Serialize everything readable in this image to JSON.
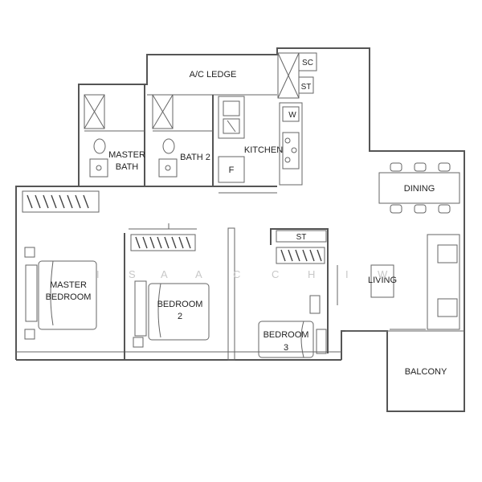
{
  "watermark": [
    "I",
    "S",
    "A",
    "A",
    "C",
    "C",
    "H",
    "I",
    "W"
  ],
  "rooms": {
    "ac_ledge": "A/C LEDGE",
    "sc": "SC",
    "st_top": "ST",
    "master_bath_line1": "MASTER",
    "master_bath_line2": "BATH",
    "bath2": "BATH 2",
    "kitchen": "KITCHEN",
    "washer": "W",
    "fridge": "F",
    "dining": "DINING",
    "master_bedroom_line1": "MASTER",
    "master_bedroom_line2": "BEDROOM",
    "bedroom2_line1": "BEDROOM",
    "bedroom2_line2": "2",
    "st_bed3": "ST",
    "bedroom3_line1": "BEDROOM",
    "bedroom3_line2": "3",
    "living": "LIVING",
    "balcony": "BALCONY"
  },
  "colors": {
    "wall": "#555555",
    "line": "#666666",
    "watermark": "#c8c8c8"
  }
}
